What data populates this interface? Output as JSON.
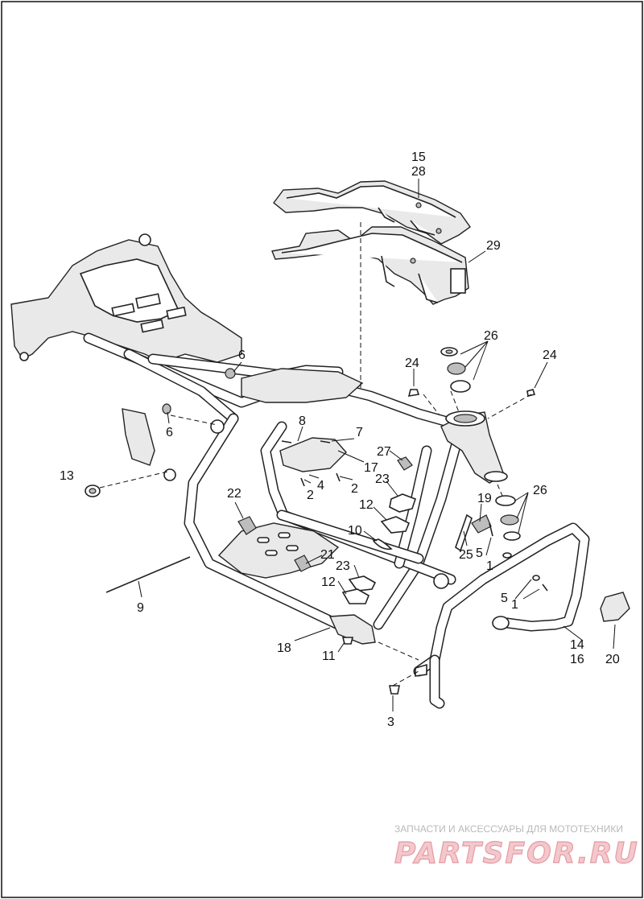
{
  "callouts": {
    "c15": "15",
    "c28": "28",
    "c29": "29",
    "c26a": "26",
    "c24a": "24",
    "c24b": "24",
    "c6a": "6",
    "c6b": "6",
    "c8": "8",
    "c7": "7",
    "c17": "17",
    "c4": "4",
    "c2a": "2",
    "c2b": "2",
    "c13": "13",
    "c27": "27",
    "c23a": "23",
    "c12a": "12",
    "c10": "10",
    "c22": "22",
    "c19": "19",
    "c25": "25",
    "c5a": "5",
    "c1a": "1",
    "c26b": "26",
    "c21": "21",
    "c23b": "23",
    "c12b": "12",
    "c9": "9",
    "c5b": "5",
    "c1b": "1",
    "c14": "14",
    "c16": "16",
    "c20": "20",
    "c18": "18",
    "c11": "11",
    "c3": "3"
  },
  "watermark": {
    "tagline": "ЗАПЧАСТИ И АКСЕССУАРЫ ДЛЯ МОТОТЕХНИКИ",
    "logo": "PARTSFOR.RU"
  }
}
